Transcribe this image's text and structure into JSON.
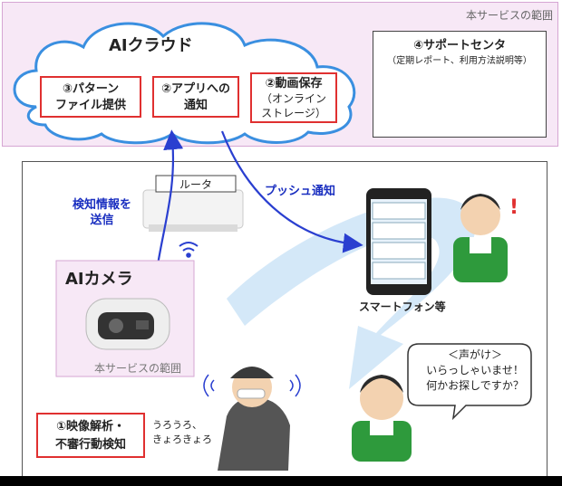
{
  "service_scope_label": "本サービスの範囲",
  "cloud": {
    "title": "AIクラウド",
    "boxes": [
      {
        "line1": "③パターン",
        "line2": "ファイル提供"
      },
      {
        "line1": "②アプリへの",
        "line2": "通知"
      },
      {
        "line1": "②動画保存",
        "line2": "（オンライン",
        "line3": "ストレージ）"
      }
    ]
  },
  "support": {
    "title": "④サポートセンタ",
    "subtitle": "（定期レポート、利用方法説明等）"
  },
  "router_label": "ルータ",
  "detect_send": {
    "line1": "検知情報を",
    "line2": "送信"
  },
  "push_label": "プッシュ通知",
  "camera": {
    "title": "AIカメラ",
    "scope_label": "本サービスの範囲"
  },
  "smartphone_label": "スマートフォン等",
  "callout": {
    "line1": "＜声がけ＞",
    "line2": "いらっしゃいませ！",
    "line3": "何かお探しですか？"
  },
  "detection": {
    "line1": "①映像解析・",
    "line2": "不審行動検知"
  },
  "suspect_text": {
    "line1": "うろうろ、",
    "line2": "きょろきょろ"
  },
  "colors": {
    "accent_red": "#e03030",
    "arrow_blue": "#2a3fd0",
    "cloud_border": "#3a8fe0",
    "service_bg": "#f7e8f6"
  }
}
